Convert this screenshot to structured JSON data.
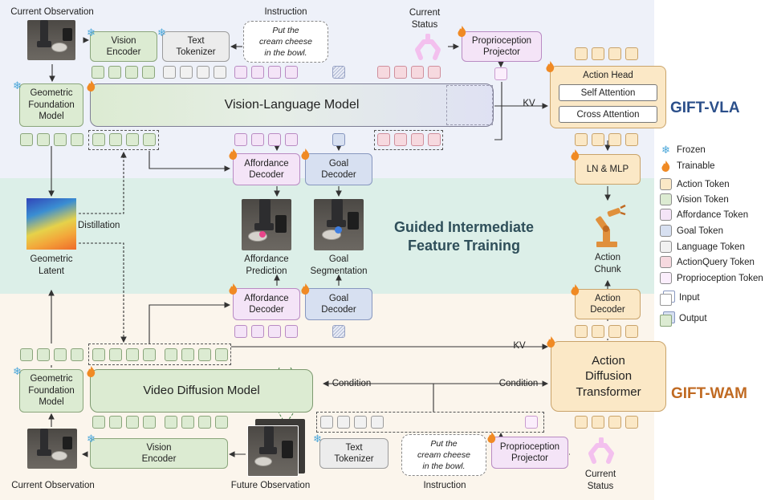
{
  "titles": {
    "vla": "GIFT-VLA",
    "wam": "GIFT-WAM",
    "guided": "Guided Intermediate\nFeature Training"
  },
  "vla": {
    "current_observation": "Current Observation",
    "vision_encoder": "Vision\nEncoder",
    "text_tokenizer": "Text\nTokenizer",
    "instruction_label": "Instruction",
    "instruction_text": "Put the\ncream cheese\nin the bowl.",
    "current_status": "Current\nStatus",
    "proprioception_projector": "Proprioception\nProjector",
    "geometric_foundation_model": "Geometric\nFoundation\nModel",
    "vlm": "Vision-Language Model",
    "kv": "KV",
    "action_head": "Action Head",
    "self_attention": "Self Attention",
    "cross_attention": "Cross Attention",
    "affordance_decoder": "Affordance\nDecoder",
    "goal_decoder": "Goal\nDecoder",
    "ln_mlp": "LN & MLP"
  },
  "middle": {
    "geometric_latent": "Geometric\nLatent",
    "distillation": "Distillation",
    "affordance_prediction": "Affordance\nPrediction",
    "goal_segmentation": "Goal\nSegmentation",
    "action_chunk": "Action\nChunk"
  },
  "wam": {
    "affordance_decoder": "Affordance\nDecoder",
    "goal_decoder": "Goal\nDecoder",
    "action_decoder": "Action\nDecoder",
    "kv": "KV",
    "geometric_foundation_model": "Geometric\nFoundation\nModel",
    "vdm": "Video Diffusion Model",
    "condition_left": "Condition",
    "condition_right": "Condition",
    "adt": "Action\nDiffusion\nTransformer",
    "vision_encoder": "Vision\nEncoder",
    "text_tokenizer": "Text\nTokenizer",
    "instruction_text": "Put the\ncream cheese\nin the bowl.",
    "instruction_label": "Instruction",
    "proprioception_projector": "Proprioception\nProjector",
    "current_observation": "Current Observation",
    "future_observation": "Future Observation",
    "current_status": "Current\nStatus"
  },
  "legend": {
    "frozen": "Frozen",
    "trainable": "Trainable",
    "action_token": "Action Token",
    "vision_token": "Vision Token",
    "affordance_token": "Affordance Token",
    "goal_token": "Goal Token",
    "language_token": "Language Token",
    "actionquery_token": "ActionQuery Token",
    "proprioception_token": "Proprioception Token",
    "input": "Input",
    "output": "Output"
  },
  "colors": {
    "vla_band": "#eef1f9",
    "guided_band": "#dcefe8",
    "wam_band": "#fbf5ec",
    "vla_title": "#2b4f8a",
    "wam_title": "#c06a22",
    "frozen_icon": "#4aa6d9",
    "trainable_icon": "#f08a24"
  }
}
